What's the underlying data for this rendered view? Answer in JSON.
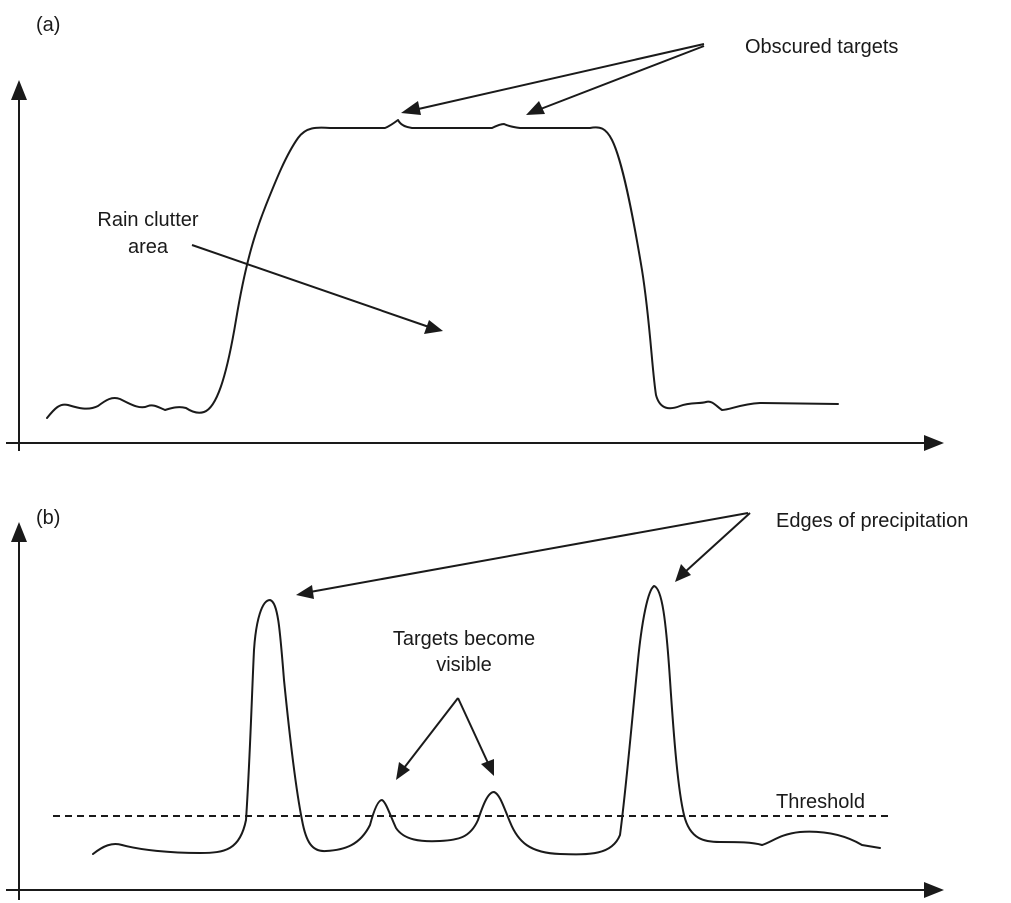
{
  "panel_a": {
    "label": "(a)",
    "annotation_obscured": "Obscured targets",
    "annotation_rain_line1": "Rain clutter",
    "annotation_rain_line2": "area"
  },
  "panel_b": {
    "label": "(b)",
    "annotation_edges": "Edges of precipitation",
    "annotation_targets_line1": "Targets become",
    "annotation_targets_line2": "visible",
    "threshold_label": "Threshold"
  },
  "colors": {
    "ink": "#1a1a1a",
    "background": "#ffffff"
  }
}
